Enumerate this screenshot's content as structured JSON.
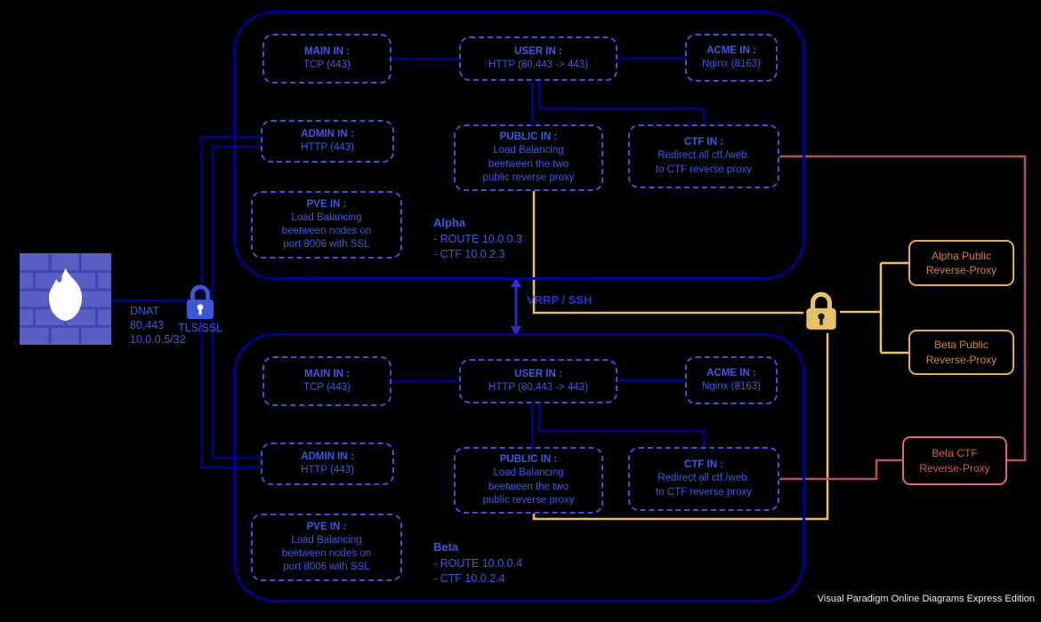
{
  "colors": {
    "background": "#000000",
    "node_blue": "#3B55D9",
    "navy_line": "#000090",
    "group_border": "#00008B",
    "arrow_blue": "#2D2DE0",
    "gold_line": "#E8C06A",
    "gold_box_border": "#E3AC4F",
    "gold_text": "#D08A28",
    "red_line": "#B05454",
    "red_text": "#E05555",
    "firewall_fill": "#5A5FC4"
  },
  "icons": {
    "firewall": "firewall-brick-flame-icon",
    "tls_lock": "padlock-icon",
    "public_lock": "padlock-icon"
  },
  "left": {
    "dnat_lines": [
      "DNAT",
      "80,443",
      "10.0.0.5/32"
    ],
    "tls_label": "TLS/SSL"
  },
  "vrrp": {
    "label": "VRRP / SSH"
  },
  "alpha": {
    "name": "Alpha",
    "routes": [
      "- ROUTE 10.0.0.3",
      "- CTF 10.0.2.3"
    ],
    "nodes": {
      "main": {
        "title": "MAIN IN :",
        "lines": [
          "TCP (443)"
        ]
      },
      "user": {
        "title": "USER IN :",
        "lines": [
          "HTTP (80,443 -> 443)"
        ]
      },
      "acme": {
        "title": "ACME IN :",
        "lines": [
          "Nginx (8163)"
        ]
      },
      "admin": {
        "title": "ADMIN IN :",
        "lines": [
          "HTTP (443)"
        ]
      },
      "public": {
        "title": "PUBLIC IN :",
        "lines": [
          "Load Balancing",
          "beetween the two",
          "public reverse proxy"
        ]
      },
      "ctf": {
        "title": "CTF IN :",
        "lines": [
          "Redirect all ctf./web.",
          "to CTF reverse proxy"
        ]
      },
      "pve": {
        "title": "PVE IN :",
        "lines": [
          "Load Balancing",
          "beetween nodes on",
          "port 8006 with SSL"
        ]
      }
    }
  },
  "beta": {
    "name": "Beta",
    "routes": [
      "- ROUTE 10.0.0.4",
      "- CTF 10.0.2.4"
    ],
    "nodes": {
      "main": {
        "title": "MAIN IN :",
        "lines": [
          "TCP (443)"
        ]
      },
      "user": {
        "title": "USER IN :",
        "lines": [
          "HTTP (80,443 -> 443)"
        ]
      },
      "acme": {
        "title": "ACME IN :",
        "lines": [
          "Nginx (8163)"
        ]
      },
      "admin": {
        "title": "ADMIN IN :",
        "lines": [
          "HTTP (443)"
        ]
      },
      "public": {
        "title": "PUBLIC IN :",
        "lines": [
          "Load Balancing",
          "beetween the two",
          "public reverse proxy"
        ]
      },
      "ctf": {
        "title": "CTF IN :",
        "lines": [
          "Redirect all ctf./web.",
          "to CTF reverse proxy"
        ]
      },
      "pve": {
        "title": "PVE IN :",
        "lines": [
          "Load Balancing",
          "beetween nodes on",
          "port 8006 with SSL"
        ]
      }
    }
  },
  "proxies": {
    "alpha_public": {
      "lines": [
        "Alpha Public",
        "Reverse-Proxy"
      ]
    },
    "beta_public": {
      "lines": [
        "Beta Public",
        "Reverse-Proxy"
      ]
    },
    "beta_ctf": {
      "lines": [
        "Beta CTF",
        "Reverse-Proxy"
      ]
    }
  },
  "footer": "Visual Paradigm Online Diagrams Express Edition"
}
